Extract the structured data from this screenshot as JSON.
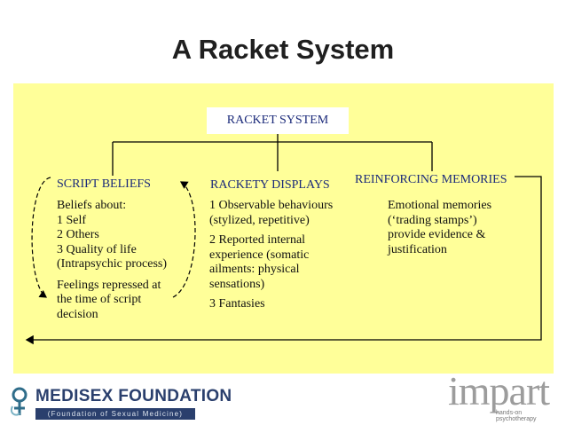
{
  "slide": {
    "title": "A Racket System"
  },
  "diagram": {
    "root": "RACKET SYSTEM",
    "columns": [
      {
        "title": "SCRIPT BELIEFS",
        "lines": [
          "Beliefs about:",
          "1 Self",
          "2 Others",
          "3 Quality of life",
          "(Intrapsychic process)",
          "Feelings repressed at",
          "the time of script",
          "decision"
        ]
      },
      {
        "title": "RACKETY DISPLAYS",
        "lines": [
          "1 Observable behaviours",
          "(stylized, repetitive)",
          "2 Reported internal",
          "experience (somatic",
          "ailments: physical",
          "sensations)",
          "3 Fantasies"
        ]
      },
      {
        "title": "REINFORCING MEMORIES",
        "lines": [
          "Emotional memories",
          "(‘trading stamps’)",
          "provide evidence &",
          "justification"
        ]
      }
    ]
  },
  "footer": {
    "left_logo": {
      "name": "MEDISEX FOUNDATION",
      "subtitle": "(Foundation of Sexual Medicine)",
      "icon": "medisex-symbol-icon"
    },
    "right_logo": {
      "name": "impart",
      "tagline": "hands-on psychotherapy"
    }
  },
  "colors": {
    "panel": "#ffff99",
    "heading": "#1b2a7a",
    "medisex": "#2a3f6d",
    "impart": "#9c9c9c"
  }
}
